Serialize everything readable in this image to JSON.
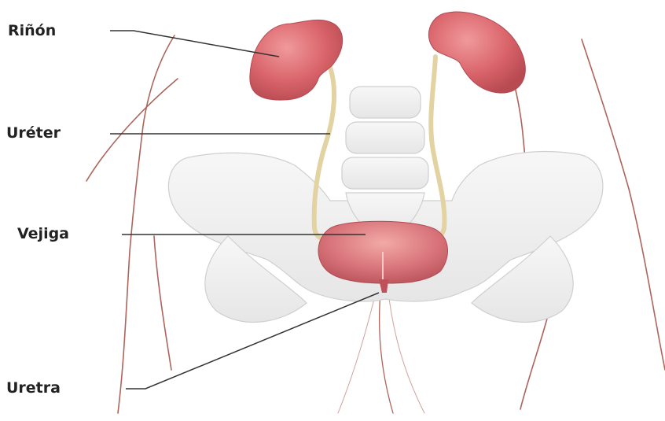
{
  "labels": {
    "kidney": "Riñón",
    "ureter": "Uréter",
    "bladder": "Vejiga",
    "urethra": "Uretra"
  },
  "colors": {
    "kidney": "#d9646a",
    "bladder": "#d8737a",
    "ureter": "#e3d3a3",
    "bone": "#f1f1f1",
    "body_outline": "#a04a3e",
    "leader_line": "#333333"
  }
}
